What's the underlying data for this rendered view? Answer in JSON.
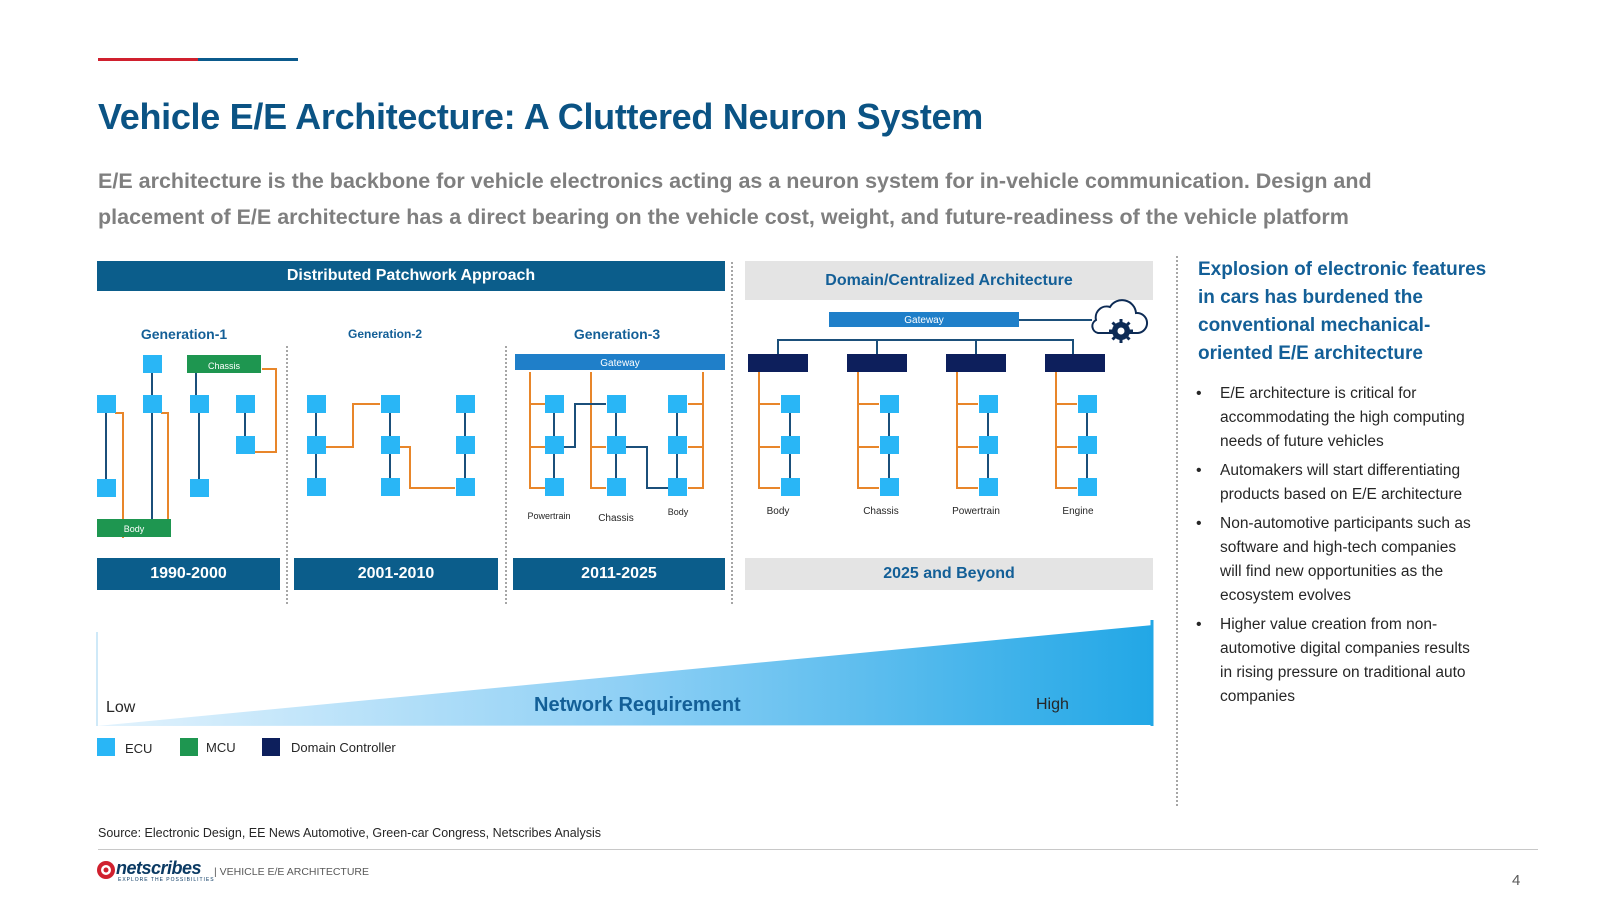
{
  "header": {
    "title": "Vehicle E/E Architecture: A Cluttered Neuron System",
    "subtitle": "E/E architecture is the backbone for vehicle electronics acting as a neuron system for in-vehicle communication. Design and placement of E/E architecture has a direct bearing on the vehicle cost, weight, and future-readiness of the vehicle  platform",
    "accent_colors": [
      "#d0202e",
      "#0b5a8c"
    ]
  },
  "diagram": {
    "distributed_label": "Distributed Patchwork Approach",
    "domain_label": "Domain/Centralized Architecture",
    "generations": [
      {
        "label": "Generation-1",
        "period": "1990-2000",
        "mcu_labels": [
          "Chassis",
          "Body"
        ]
      },
      {
        "label": "Generation-2",
        "period": "2001-2010"
      },
      {
        "label": "Generation-3",
        "period": "2011-2025",
        "gateway": "Gateway",
        "groups": [
          "Powertrain",
          "Chassis",
          "Body"
        ]
      }
    ],
    "future": {
      "period": "2025 and Beyond",
      "gateway": "Gateway",
      "domains": [
        "Body",
        "Chassis",
        "Powertrain",
        "Engine"
      ],
      "cloud_icon": "cloud-gear-icon"
    },
    "network": {
      "label": "Network Requirement",
      "low": "Low",
      "high": "High"
    },
    "legend": [
      {
        "label": "ECU",
        "color": "#29b6f6"
      },
      {
        "label": "MCU",
        "color": "#1e9650"
      },
      {
        "label": "Domain Controller",
        "color": "#0d1f5c"
      }
    ],
    "colors": {
      "ecu": "#29b6f6",
      "mcu": "#1e9650",
      "domain_controller": "#0d1f5c",
      "wire_orange": "#e8862a",
      "wire_blue": "#1b4f7a"
    }
  },
  "sidebar": {
    "heading": "Explosion of electronic features\n in cars has burdened the\nconventional mechanical-\noriented E/E architecture",
    "bullets": [
      "E/E architecture is critical for\naccommodating the high computing\n needs of future vehicles",
      "Automakers will start differentiating\nproducts based on E/E architecture",
      "Non-automotive participants such as\n software and high-tech companies\nwill find new opportunities as the\necosystem evolves",
      "Higher value creation from non-\nautomotive digital companies results\n in rising pressure on traditional auto\n companies"
    ]
  },
  "footer": {
    "source": "Source: Electronic Design, EE News Automotive, Green-car Congress, Netscribes Analysis",
    "tagline": "| VEHICLE E/E ARCHITECTURE",
    "logo": "netscribes",
    "logo_sub": "EXPLORE THE POSSIBILITIES",
    "page_number": "4"
  }
}
